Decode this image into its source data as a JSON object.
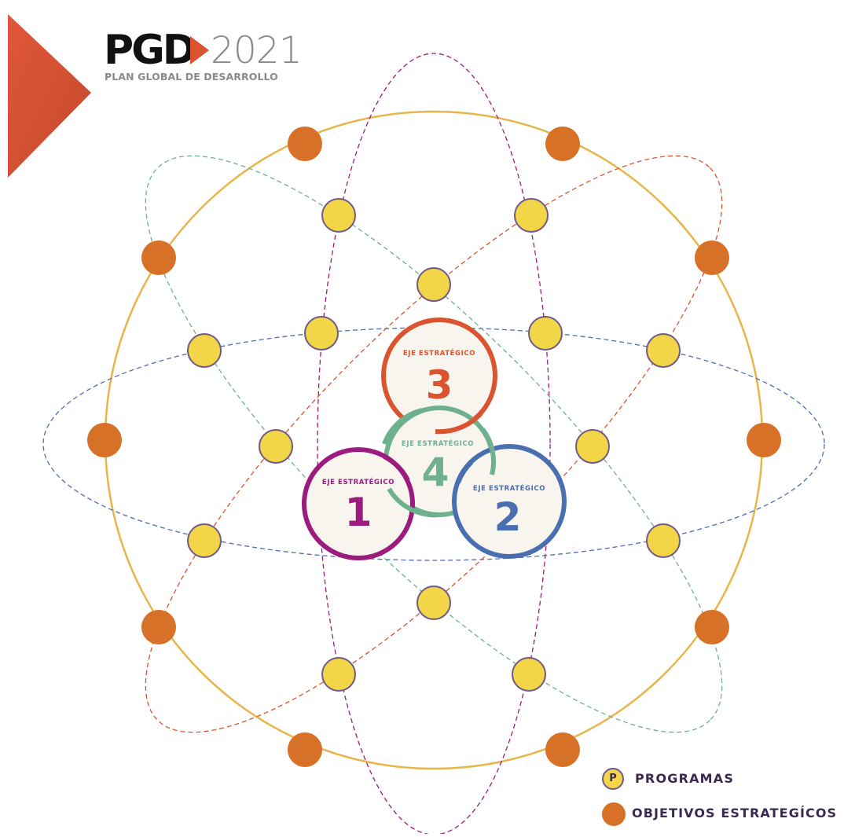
{
  "logo": {
    "brand": "PGD",
    "year": "2021",
    "subtitle": "PLAN GLOBAL DE DESARROLLO"
  },
  "ejes": [
    {
      "label": "EJE ESTRATÉGICO",
      "number": "1",
      "color": "#9b1b7f"
    },
    {
      "label": "EJE ESTRATÉGICO",
      "number": "2",
      "color": "#4a6fb0"
    },
    {
      "label": "EJE ESTRATÉGICO",
      "number": "3",
      "color": "#d9542f"
    },
    {
      "label": "EJE ESTRATÉGICO",
      "number": "4",
      "color": "#6fb08e"
    }
  ],
  "program_marker_letter": "P",
  "legend": {
    "programas_label": "PROGRAMAS",
    "objetivos_label": "OBJETIVOS ESTRATEGÍCOS"
  },
  "colors": {
    "programa_fill": "#f2d648",
    "programa_stroke": "#6e5a8a",
    "objetivo_fill": "#d87128",
    "outer_circle": "#e6b64a",
    "accent_triangle": "#d9542f",
    "orbit_horizontal": "#4a6fb0",
    "orbit_vertical": "#9b1b7f",
    "orbit_diag_desc": "#6fb08e",
    "orbit_diag_asc": "#d9542f",
    "legend_text": "#3a2a52",
    "eje_fill": "#f8f4ee"
  }
}
